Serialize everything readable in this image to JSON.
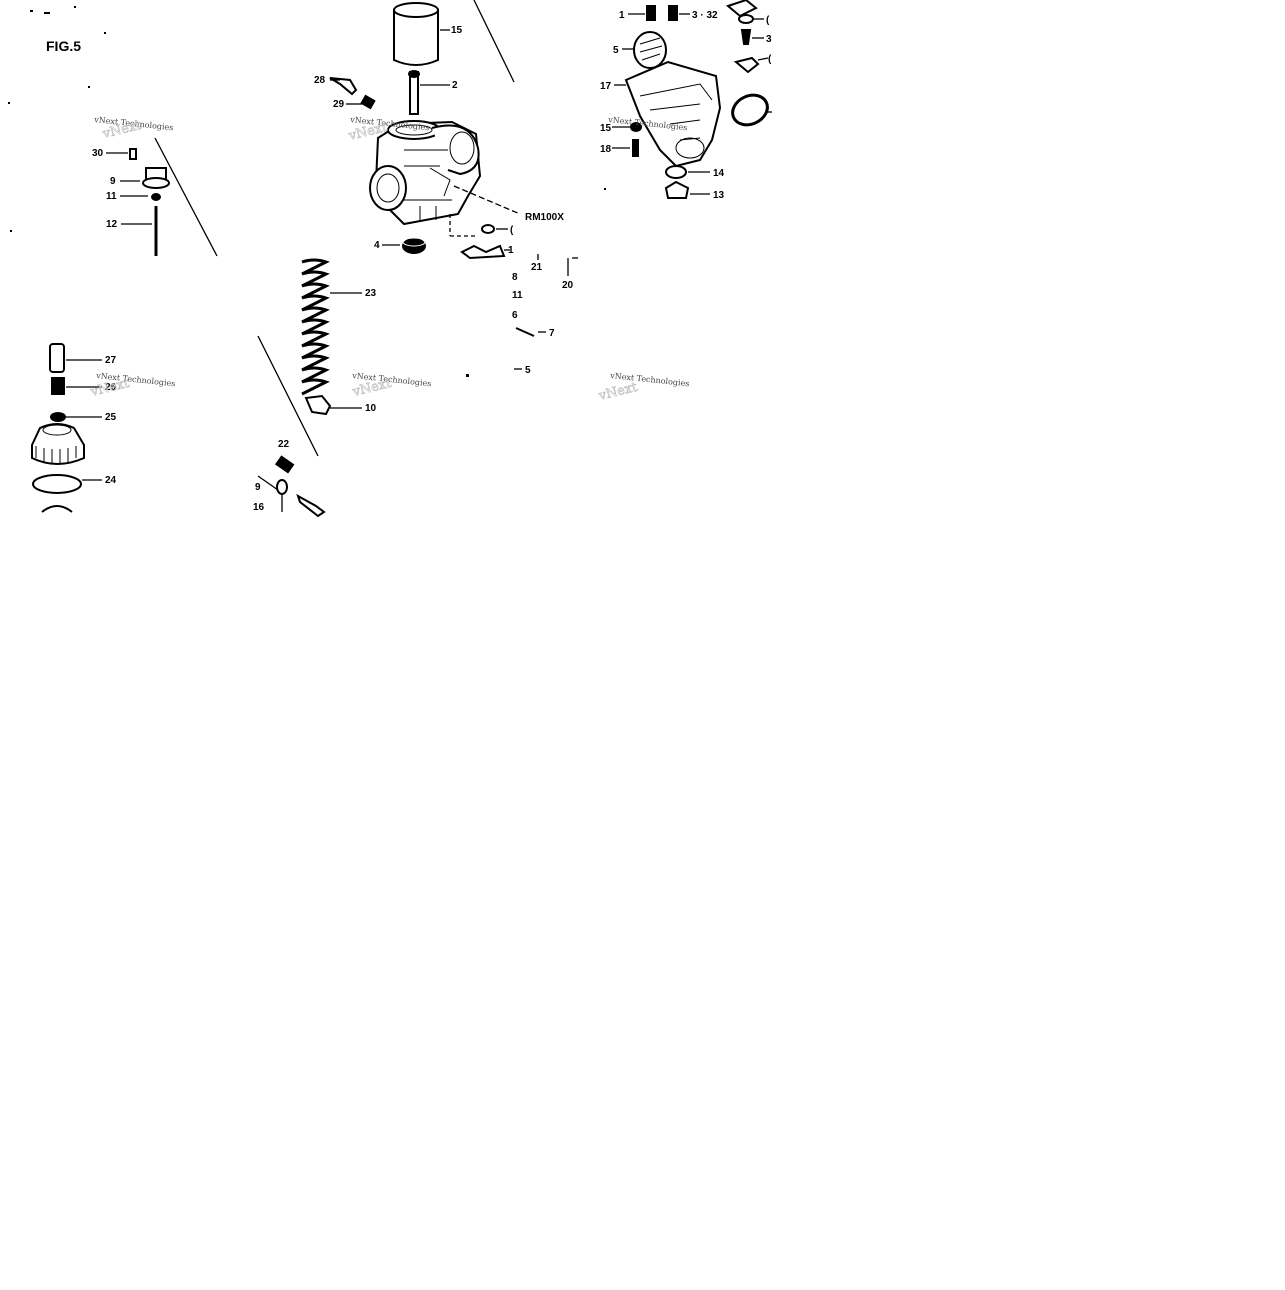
{
  "figure": {
    "title": "FIG.5",
    "model": "RM100X"
  },
  "watermark": {
    "line1": "vNext Technologies",
    "line2": "vNext"
  },
  "callouts": {
    "c1": "1",
    "c3_32": "3 · 32",
    "c5a": "5",
    "c17": "17",
    "c15a": "15",
    "c18": "18",
    "c14": "14",
    "c13": "13",
    "c15b": "15",
    "c28": "28",
    "c2": "2",
    "c29": "29",
    "c30": "30",
    "c9": "9",
    "c11": "11",
    "c12": "12",
    "c4": "4",
    "c21": "21",
    "c20": "20",
    "c23": "23",
    "c8": "8",
    "c11b": "11",
    "c6": "6",
    "c7": "7",
    "c5b": "5",
    "c27": "27",
    "c26": "26",
    "c25": "25",
    "c24": "24",
    "c10": "10",
    "c22": "22",
    "c19": "9",
    "c16": "16",
    "c_edge1": "(",
    "c_edge2": "3",
    "c_edge3": "(",
    "c_edge4": "(",
    "c_edge5": "1"
  }
}
